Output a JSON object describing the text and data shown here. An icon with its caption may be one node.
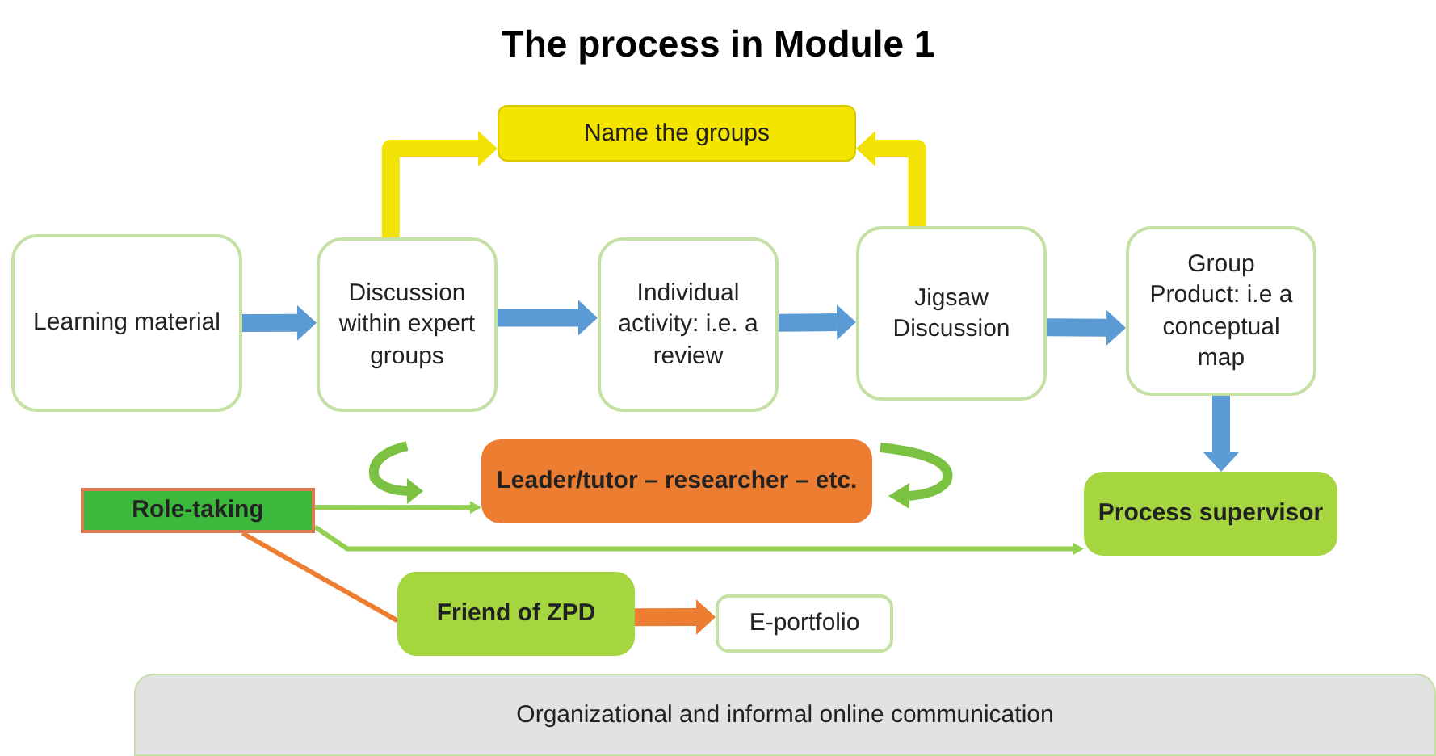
{
  "diagram": {
    "title": "The process in Module 1",
    "nodes": [
      {
        "text": [
          "Learning material"
        ]
      },
      {
        "text": [
          "Discussion within expert groups"
        ]
      },
      {
        "text": [
          "Individual activity: i.e. a review"
        ]
      },
      {
        "text": [
          "Jigsaw Discussion"
        ]
      },
      {
        "text": [
          "Group Product: i.e a conceptual map"
        ]
      },
      {
        "text": [
          "Name the groups"
        ]
      },
      {
        "text": [
          "Role-taking"
        ]
      },
      {
        "text": [
          "Leader/tutor – researcher – etc."
        ]
      },
      {
        "text": [
          "Process supervisor"
        ]
      },
      {
        "text": [
          "Friend of ZPD"
        ]
      },
      {
        "text": [
          "E-portfolio"
        ]
      },
      {
        "text": [
          "Organizational and informal online communication"
        ]
      }
    ],
    "edges": [
      {
        "from": 0,
        "to": 1,
        "arrow": "to"
      },
      {
        "from": 1,
        "to": 2,
        "arrow": "to"
      },
      {
        "from": 2,
        "to": 3,
        "arrow": "to"
      },
      {
        "from": 3,
        "to": 4,
        "arrow": "to"
      },
      {
        "from": 4,
        "to": 8,
        "arrow": "to"
      },
      {
        "from": 1,
        "to": 5,
        "arrow": "to",
        "color": "#f2e205"
      },
      {
        "from": 3,
        "to": 5,
        "arrow": "to",
        "color": "#f2e205"
      },
      {
        "from": 6,
        "to": 7,
        "arrow": "to",
        "color": "#92d050"
      },
      {
        "from": 6,
        "to": 8,
        "arrow": "to",
        "color": "#92d050"
      },
      {
        "from": 6,
        "to": 9,
        "arrow": "none",
        "color": "#ed7d31"
      },
      {
        "from": 9,
        "to": 10,
        "arrow": "to",
        "color": "#ed7d31"
      }
    ]
  }
}
